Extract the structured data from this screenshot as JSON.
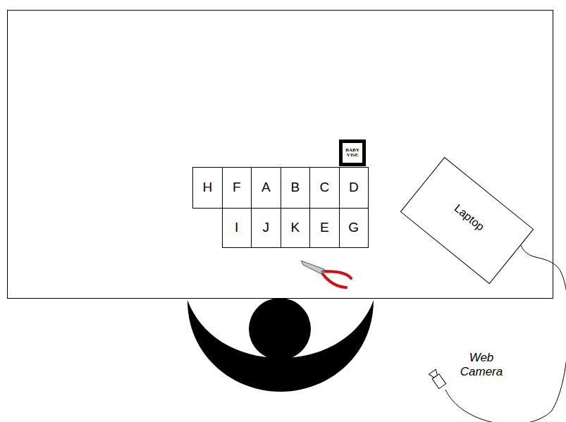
{
  "diagram": {
    "nodes": [
      {
        "text": [
          "BABY VISE"
        ]
      },
      {
        "text": [
          "Laptop"
        ]
      },
      {
        "text": [
          "H"
        ]
      },
      {
        "text": [
          "F"
        ]
      },
      {
        "text": [
          "A"
        ]
      },
      {
        "text": [
          "B"
        ]
      },
      {
        "text": [
          "C"
        ]
      },
      {
        "text": [
          "D"
        ]
      },
      {
        "text": [
          "I"
        ]
      },
      {
        "text": [
          "J"
        ]
      },
      {
        "text": [
          "K"
        ]
      },
      {
        "text": [
          "E"
        ]
      },
      {
        "text": [
          "G"
        ]
      }
    ],
    "labels": [
      "Web Camera"
    ]
  }
}
